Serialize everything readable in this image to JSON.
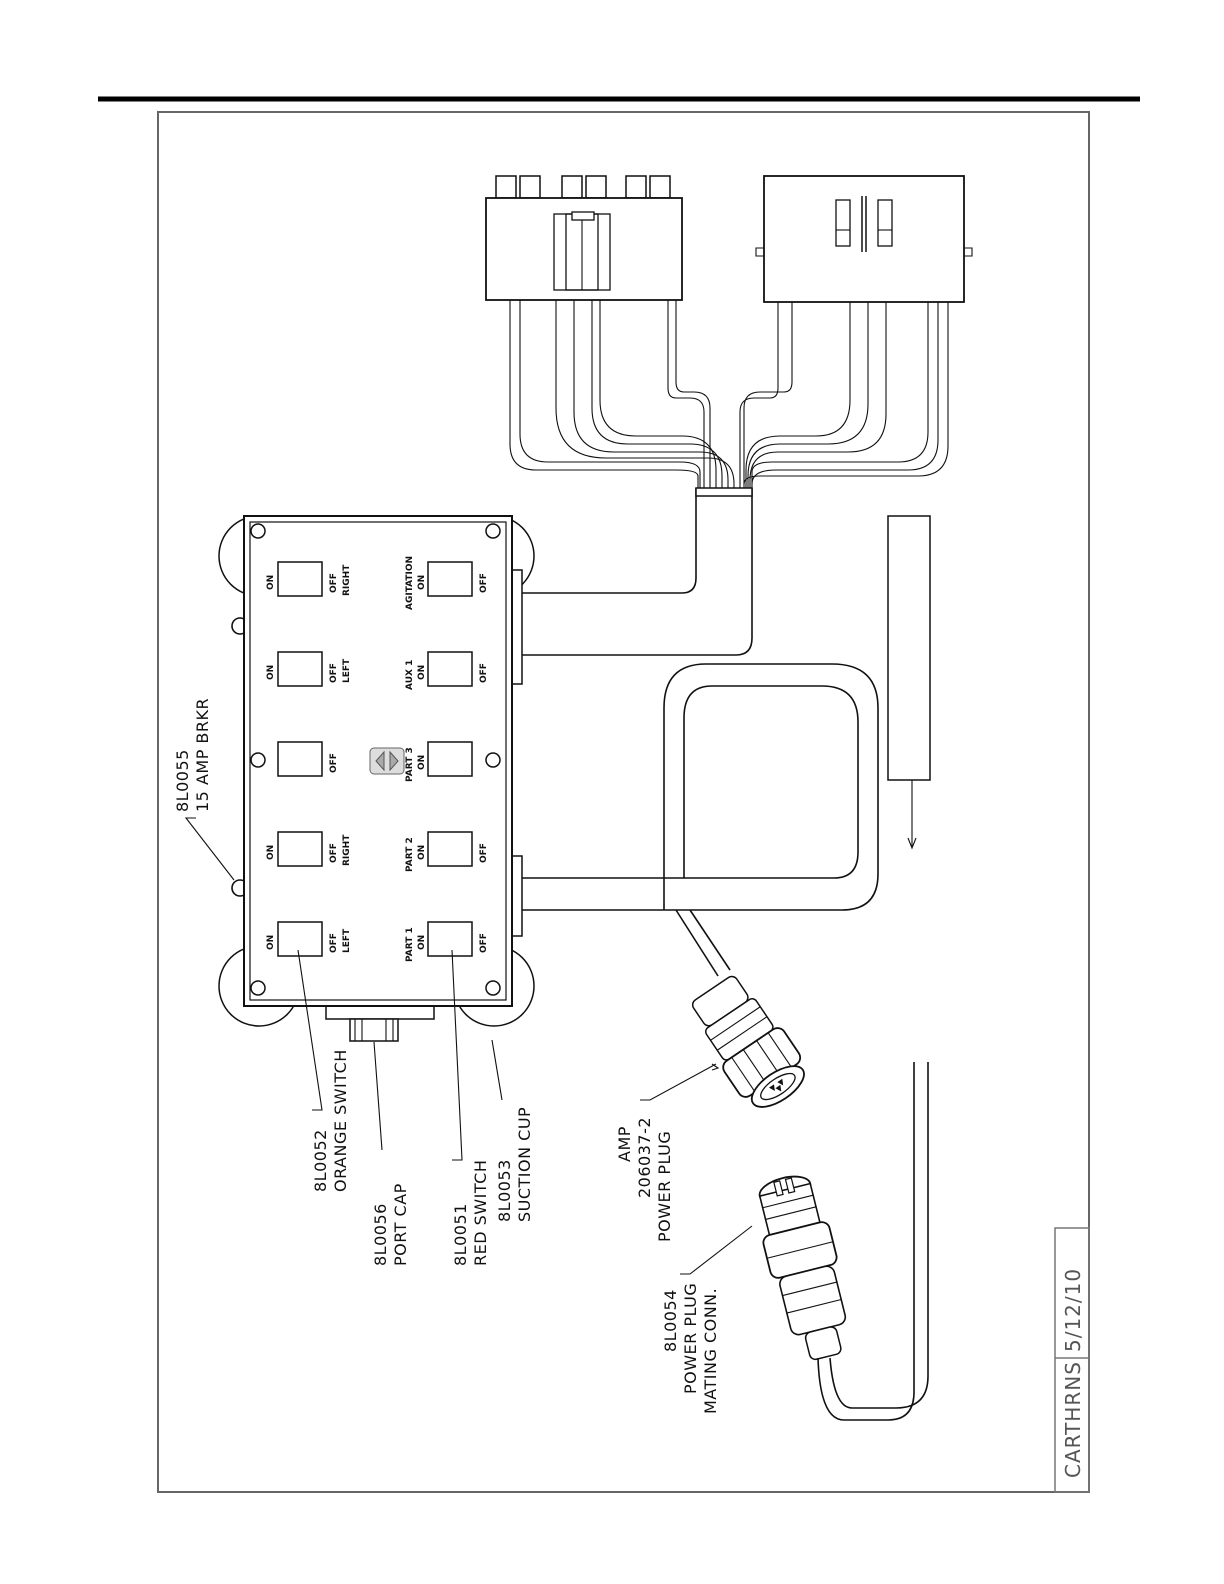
{
  "callouts": {
    "breaker_part": "8L0055",
    "breaker_desc": "15 AMP BRKR",
    "orange_part": "8L0052",
    "orange_desc": "ORANGE SWITCH",
    "port_part": "8L0056",
    "port_desc": "PORT CAP",
    "red_part": "8L0051",
    "red_desc": "RED SWITCH",
    "cup_part": "8L0053",
    "cup_desc": "SUCTION CUP",
    "amp_line1": "AMP",
    "amp_line2": "206037-2",
    "amp_line3": "POWER PLUG",
    "mating_line1": "8L0054",
    "mating_line2": "POWER PLUG",
    "mating_line3": "MATING CONN."
  },
  "switch_labels": {
    "on": "ON",
    "off": "OFF",
    "left": "LEFT",
    "right": "RIGHT",
    "part1": "PART 1",
    "part2": "PART 2",
    "part3": "PART 3",
    "aux1": "AUX 1",
    "agitation": "AGITATION"
  },
  "title_block": {
    "author": "CARTHRNS",
    "date": "5/12/10"
  }
}
